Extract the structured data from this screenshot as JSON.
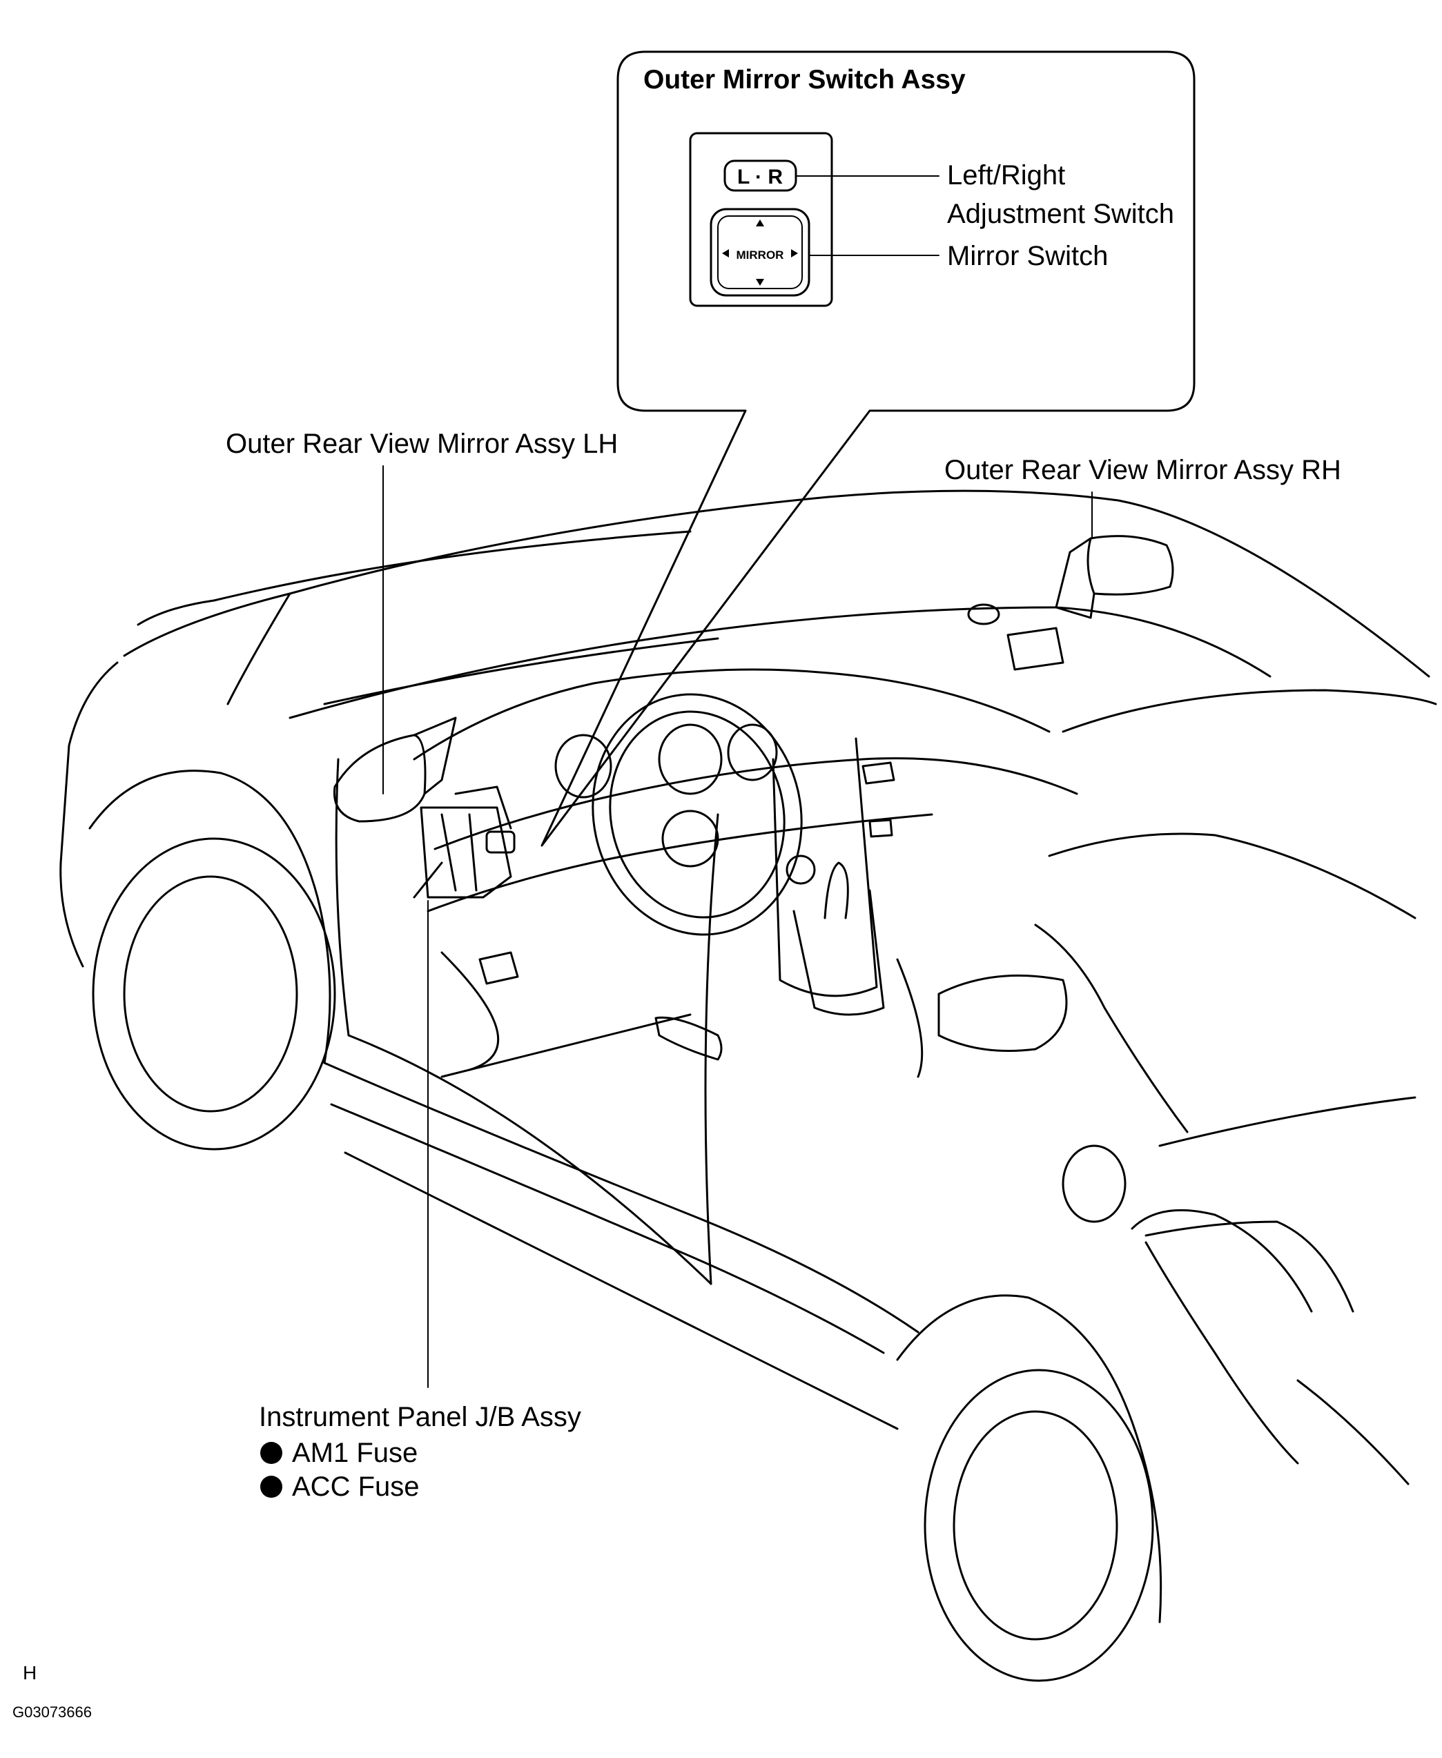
{
  "callout": {
    "title": "Outer Mirror Switch Assy",
    "switch_lr_text": "L · R",
    "switch_mirror_text": "MIRROR",
    "label_lr_line1": "Left/Right",
    "label_lr_line2": "Adjustment Switch",
    "label_mirror_switch": "Mirror Switch"
  },
  "labels": {
    "mirror_lh": "Outer Rear View Mirror Assy LH",
    "mirror_rh": "Outer Rear View Mirror Assy RH",
    "jb_assy": "Instrument Panel J/B Assy",
    "fuse_1": "AM1 Fuse",
    "fuse_2": "ACC Fuse"
  },
  "footer": {
    "marker": "H",
    "code": "G03073666"
  },
  "icons": [
    "bullet-dot-icon",
    "arrow-up-icon",
    "arrow-down-icon",
    "arrow-left-icon",
    "arrow-right-icon"
  ]
}
